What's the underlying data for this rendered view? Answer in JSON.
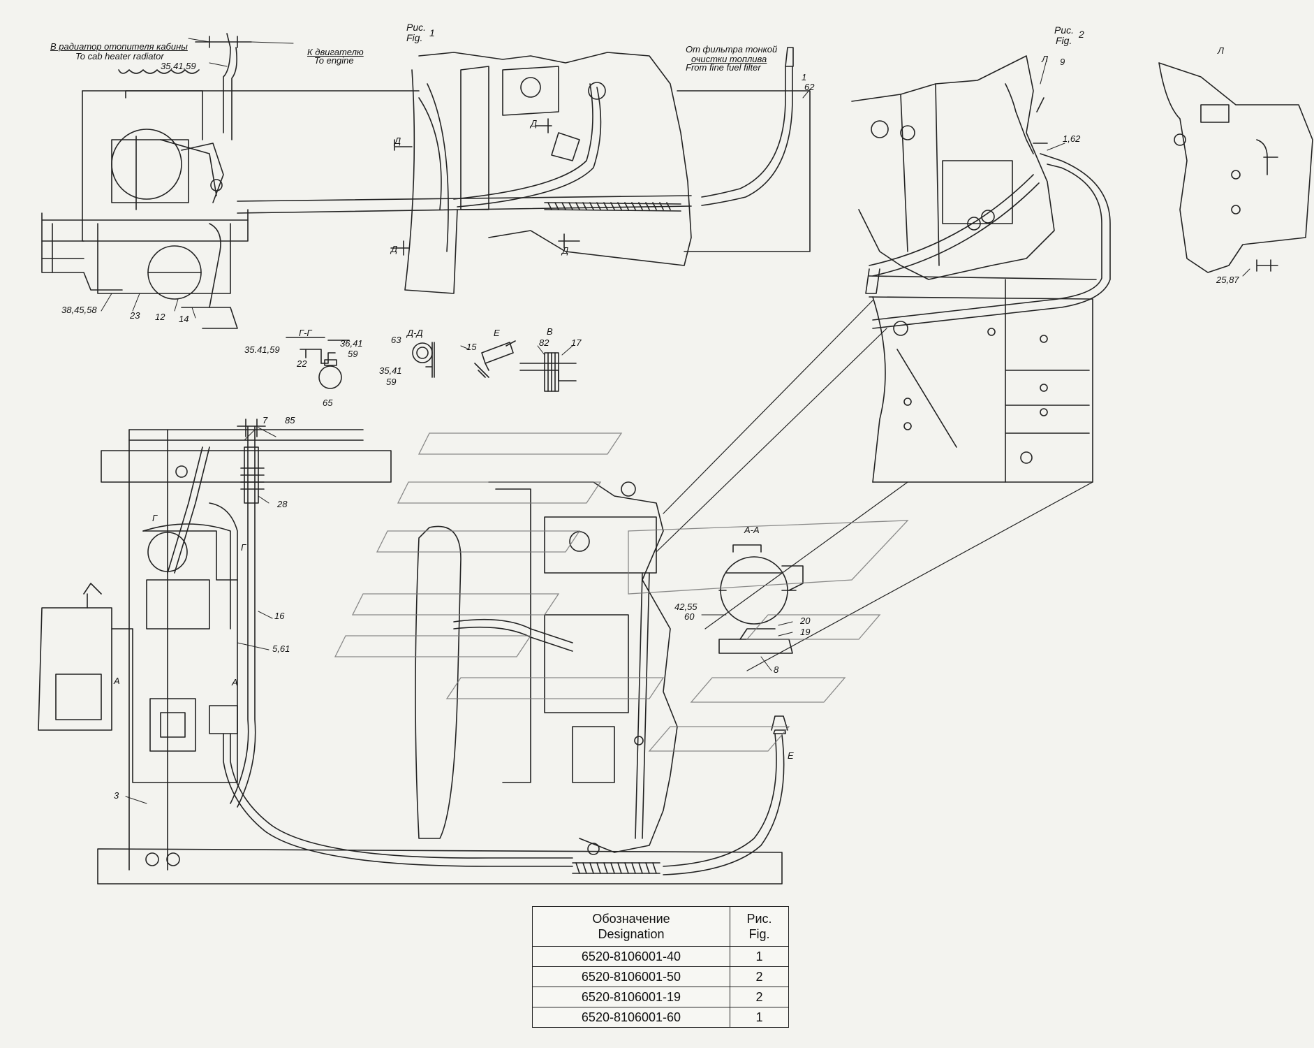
{
  "figures": {
    "fig1_caption_ru": "Рис.",
    "fig1_caption_en": "Fig.",
    "fig1_number": "1",
    "fig2_caption_ru": "Рис.",
    "fig2_caption_en": "Fig.",
    "fig2_number": "2"
  },
  "notes": {
    "to_cab_heater_ru": "В радиатор отопителя кабины",
    "to_cab_heater_en": "To cab heater radiator",
    "to_engine_ru": "К двигателю",
    "to_engine_en": "To engine",
    "from_filter_ru_1": "От фильтра тонкой",
    "from_filter_ru_2": "очистки топлива",
    "from_filter_en": "From fine fuel filter"
  },
  "section_labels": {
    "g": "Г-Г",
    "d": "Д-Д",
    "e": "Е",
    "v": "В",
    "a": "А-А",
    "l": "Л"
  },
  "markers": {
    "d1": "Д",
    "d2": "Д",
    "d3": "Д",
    "d4": "Д",
    "l1": "Л",
    "g1": "Г",
    "g2": "Г",
    "a1": "А",
    "a2": "А",
    "e1": "Е"
  },
  "callouts": {
    "c_35_41_59_top": "35,41,59",
    "c_38_45_58": "38,45,58",
    "c_23": "23",
    "c_12": "12",
    "c_14": "14",
    "c_1_top": "1",
    "c_62_top": "62",
    "c_9": "9",
    "c_1_62": "1,62",
    "c_25_87": "25,87",
    "c_35_41_59_g": "35.41,59",
    "c_22": "22",
    "c_36_41": "36,41",
    "c_59_g": "59",
    "c_65": "65",
    "c_63": "63",
    "c_35_41_d": "35,41",
    "c_59_d": "59",
    "c_15": "15",
    "c_82": "82",
    "c_17": "17",
    "c_7": "7",
    "c_85": "85",
    "c_28": "28",
    "c_16": "16",
    "c_5_61": "5,61",
    "c_3": "3",
    "c_42_55": "42,55",
    "c_60": "60",
    "c_20": "20",
    "c_19": "19",
    "c_8": "8"
  },
  "table": {
    "header_ru": "Обозначение",
    "header_en": "Designation",
    "fig_ru": "Рис.",
    "fig_en": "Fig.",
    "rows": [
      {
        "designation": "6520-8106001-40",
        "fig": "1"
      },
      {
        "designation": "6520-8106001-50",
        "fig": "2"
      },
      {
        "designation": "6520-8106001-19",
        "fig": "2"
      },
      {
        "designation": "6520-8106001-60",
        "fig": "1"
      }
    ]
  }
}
